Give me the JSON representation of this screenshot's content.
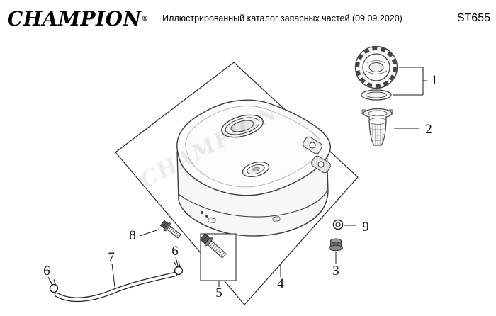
{
  "header": {
    "logo": "CHAMPION",
    "logo_reg": "®",
    "title": "Иллюстрированный каталог запасных частей (09.09.2020)",
    "model": "ST655"
  },
  "diagram": {
    "watermark": "CHAMPION",
    "labels": [
      {
        "n": "1"
      },
      {
        "n": "2"
      },
      {
        "n": "3"
      },
      {
        "n": "4"
      },
      {
        "n": "5"
      },
      {
        "n": "6"
      },
      {
        "n": "6"
      },
      {
        "n": "7"
      },
      {
        "n": "8"
      },
      {
        "n": "9"
      }
    ]
  }
}
